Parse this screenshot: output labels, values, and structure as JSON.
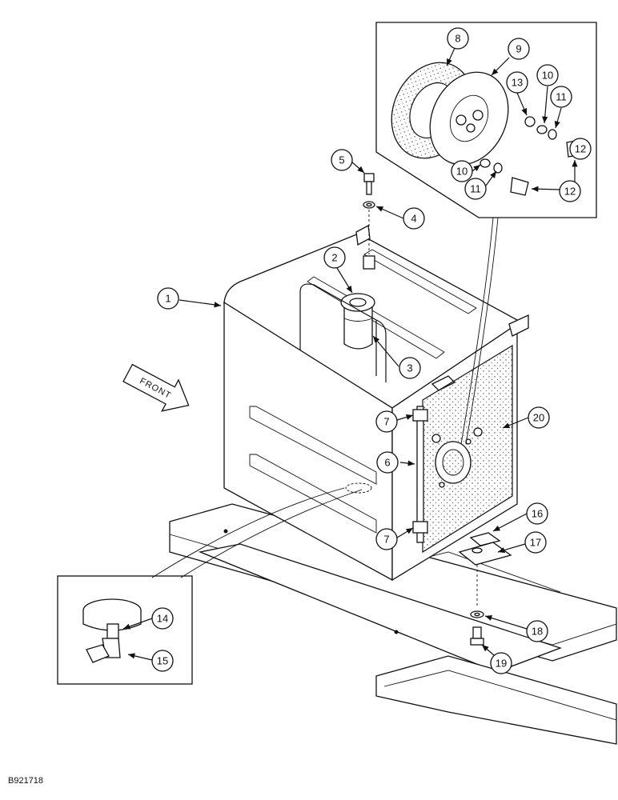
{
  "figure_ref": "B921718",
  "arrow_label": "FRONT",
  "callouts": [
    "1",
    "2",
    "3",
    "4",
    "5",
    "6",
    "7",
    "7",
    "8",
    "9",
    "10",
    "10",
    "11",
    "11",
    "12",
    "12",
    "13",
    "14",
    "15",
    "16",
    "17",
    "18",
    "19",
    "20"
  ]
}
